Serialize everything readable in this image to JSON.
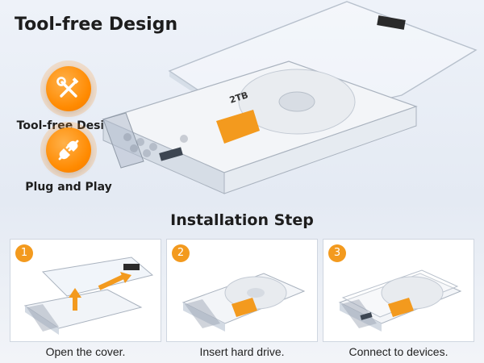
{
  "hero": {
    "title": "Tool-free Design"
  },
  "features": [
    {
      "label": "Tool-free Design",
      "icon": "tools-icon"
    },
    {
      "label": "Plug and Play",
      "icon": "plug-icon"
    }
  ],
  "drive_label": {
    "capacity": "2TB"
  },
  "installation": {
    "title": "Installation Step",
    "steps": [
      {
        "number": "1",
        "caption": "Open the cover."
      },
      {
        "number": "2",
        "caption": "Insert hard drive."
      },
      {
        "number": "3",
        "caption": "Connect to devices."
      }
    ]
  },
  "colors": {
    "accent": "#ff8a00",
    "step_badge": "#f39a1e",
    "text": "#1d1d1d"
  }
}
